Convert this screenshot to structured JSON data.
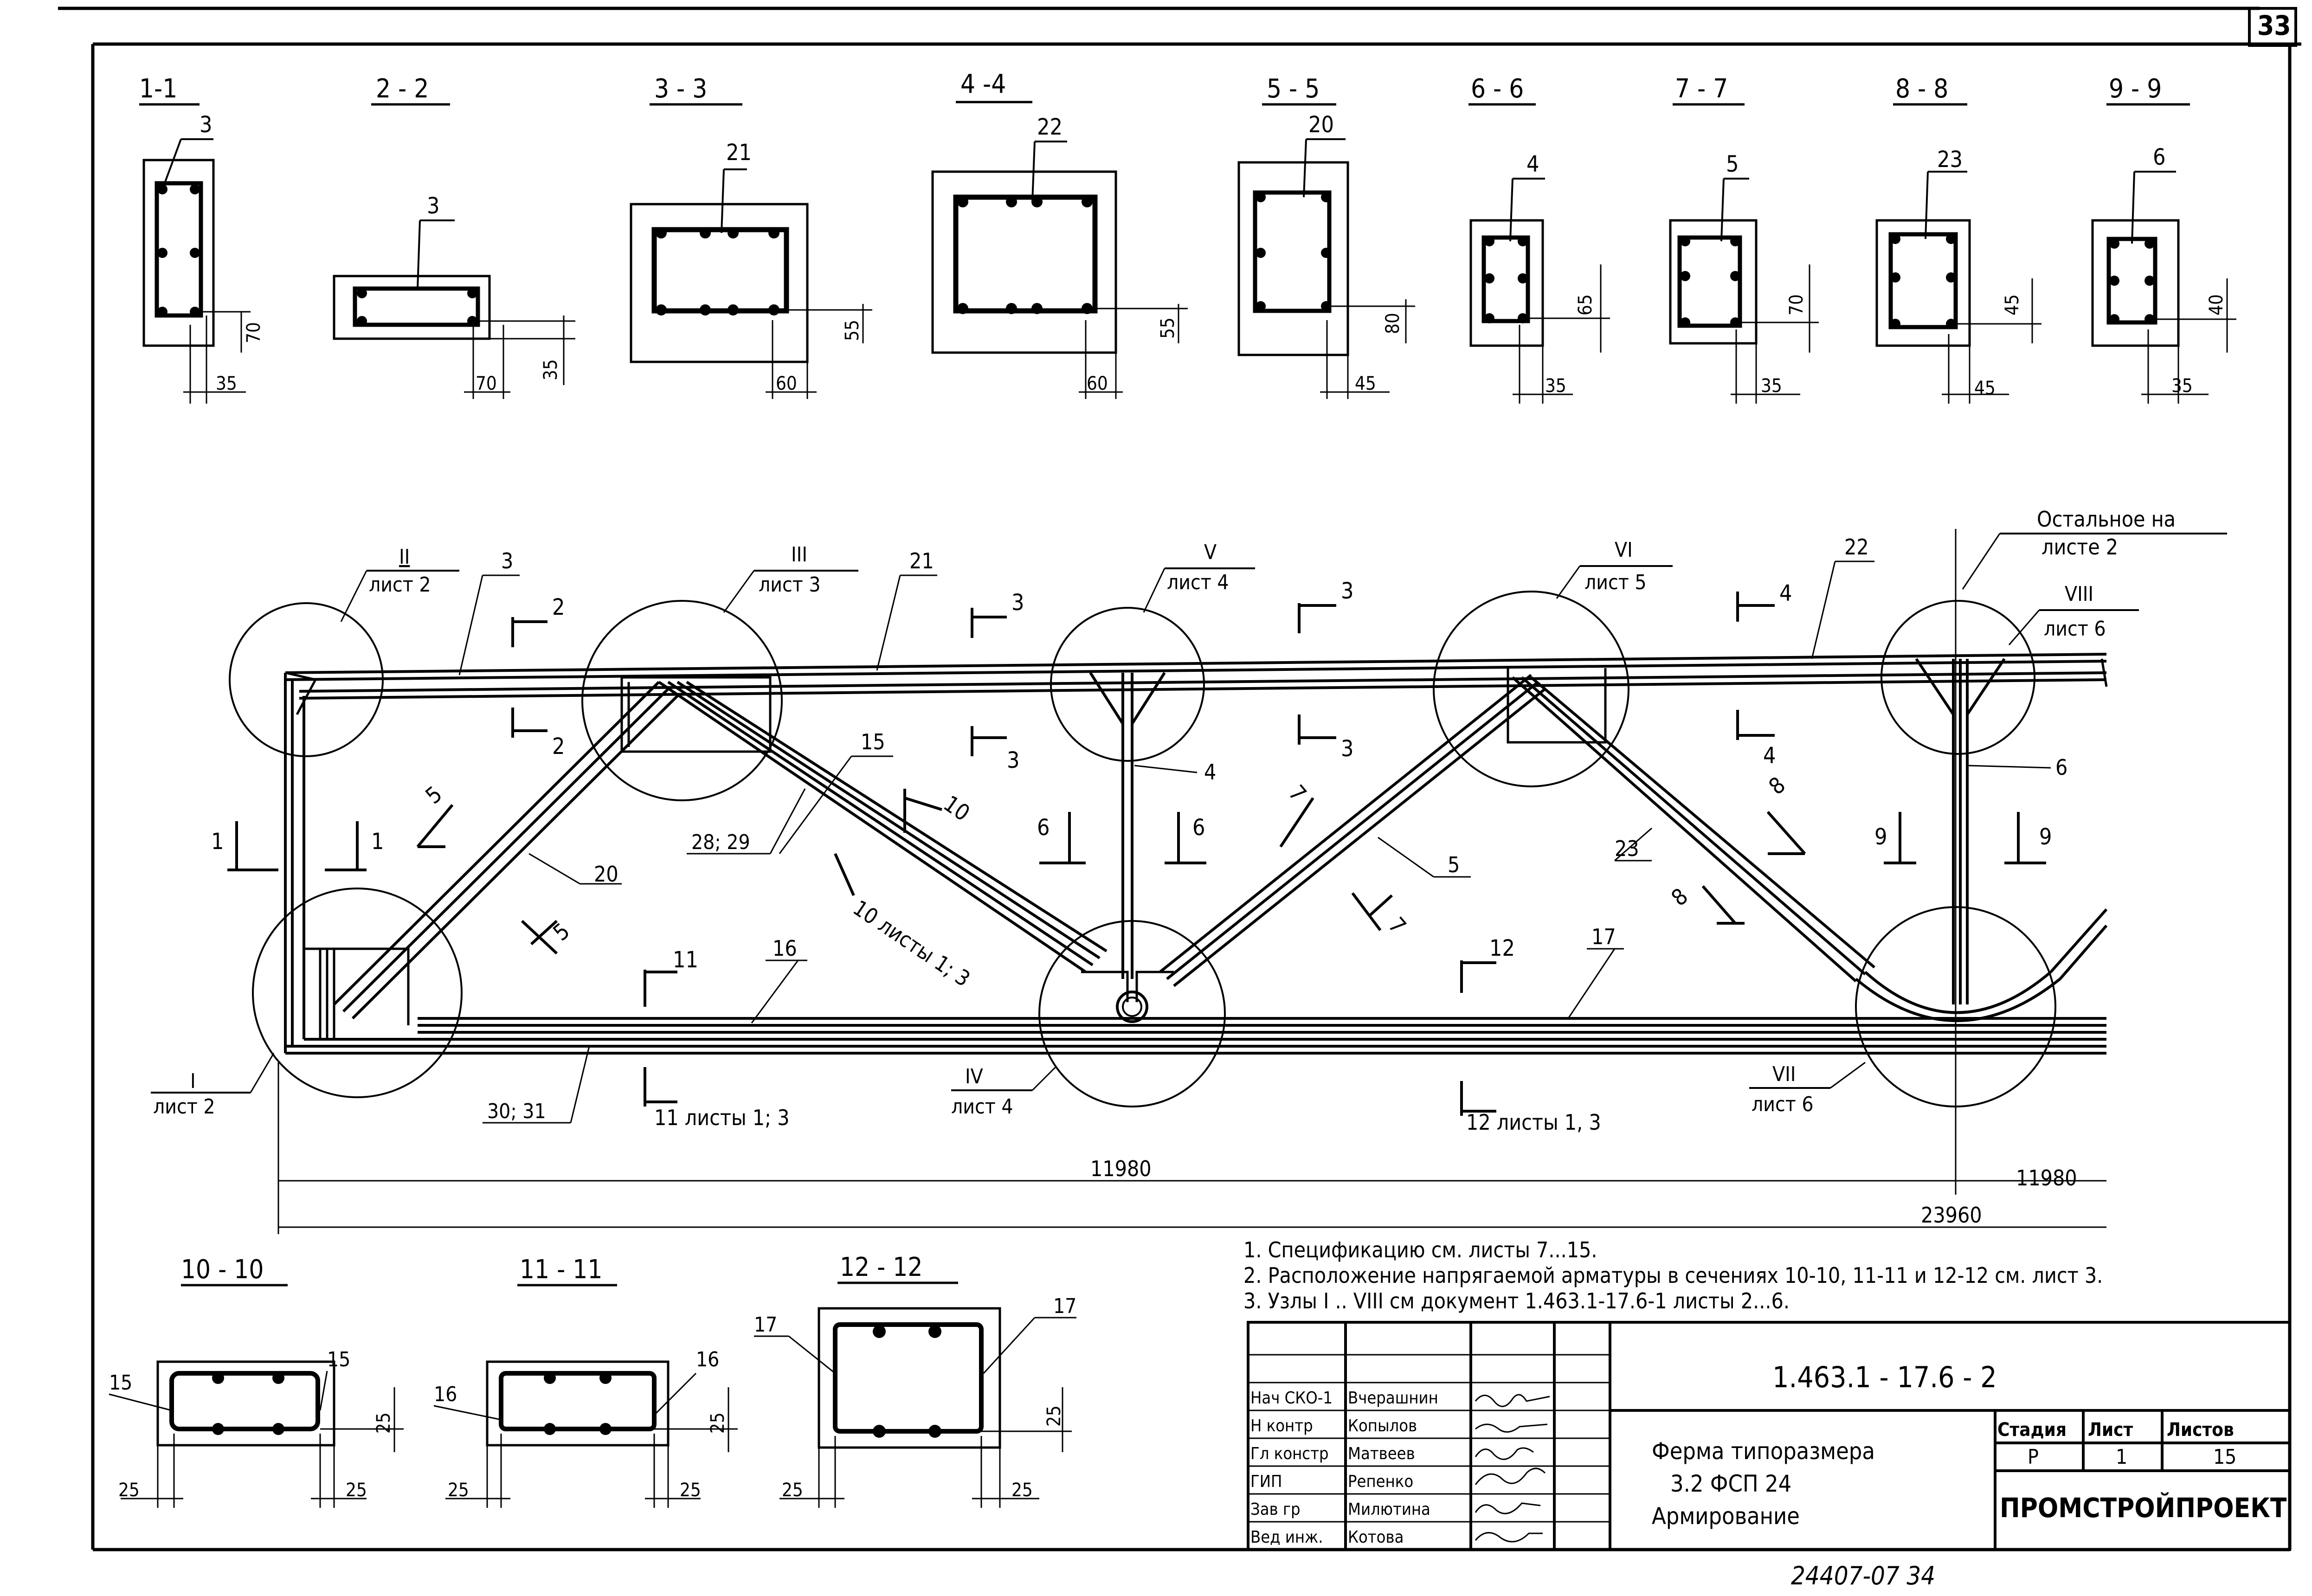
{
  "sheet_number": "33",
  "sections_top": [
    {
      "title": "1-1",
      "mark": "3",
      "dim_v": "70",
      "dim_h": "35"
    },
    {
      "title": "2 - 2",
      "mark": "3",
      "dim_v": "35",
      "dim_h": "70"
    },
    {
      "title": "3 - 3",
      "mark": "21",
      "dim_v": "55",
      "dim_h": "60"
    },
    {
      "title": "4 -4",
      "mark": "22",
      "dim_v": "55",
      "dim_h": "60"
    },
    {
      "title": "5 - 5",
      "mark": "20",
      "dim_v": "80",
      "dim_h": "45"
    },
    {
      "title": "6 - 6",
      "mark": "4",
      "dim_v": "65",
      "dim_h": "35"
    },
    {
      "title": "7 - 7",
      "mark": "5",
      "dim_v": "70",
      "dim_h": "35"
    },
    {
      "title": "8 - 8",
      "mark": "23",
      "dim_v": "45",
      "dim_h": "45"
    },
    {
      "title": "9 - 9",
      "mark": "6",
      "dim_v": "40",
      "dim_h": "35"
    }
  ],
  "truss": {
    "node_refs": [
      {
        "num": "II",
        "sheet": "лист 2"
      },
      {
        "num": "III",
        "sheet": "лист 3"
      },
      {
        "num": "V",
        "sheet": "лист 4"
      },
      {
        "num": "VI",
        "sheet": "лист 5"
      },
      {
        "num": "VIII",
        "sheet": "лист 6"
      },
      {
        "num": "I",
        "sheet": "лист 2"
      },
      {
        "num": "IV",
        "sheet": "лист 4"
      },
      {
        "num": "VII",
        "sheet": "лист 6"
      }
    ],
    "rest_note": [
      "Остальное на",
      "листе 2"
    ],
    "marks": [
      "3",
      "21",
      "22",
      "15",
      "4",
      "6",
      "20",
      "5",
      "23",
      "16",
      "17",
      "28; 29",
      "30; 31"
    ],
    "cut_marks": [
      "1",
      "2",
      "3",
      "4",
      "5",
      "6",
      "7",
      "8",
      "9",
      "10",
      "11",
      "12"
    ],
    "cut_notes": {
      "c10": "10 листы 1; 3",
      "c11": "11 листы 1; 3",
      "c12": "12 листы 1, 3"
    },
    "dims": {
      "half_left": "11980",
      "half_right": "11980",
      "total": "23960"
    }
  },
  "sections_bottom": [
    {
      "title": "10 - 10",
      "mark_l": "15",
      "mark_r": "15",
      "d": "25"
    },
    {
      "title": "11 - 11",
      "mark_l": "16",
      "mark_r": "16",
      "d": "25"
    },
    {
      "title": "12 - 12",
      "mark_l": "17",
      "mark_r": "17",
      "d": "25"
    }
  ],
  "notes": [
    "1. Спецификацию см. листы 7...15.",
    "2. Расположение напрягаемой арматуры в сечениях 10-10, 11-11 и 12-12 см. лист 3.",
    "3. Узлы I .. VIII см документ 1.463.1-17.6-1 листы 2...6."
  ],
  "title_block": {
    "doc_code": "1.463.1 - 17.6 - 2",
    "title_lines": [
      "Ферма типоразмера",
      "3.2  ФСП 24",
      "Армирование"
    ],
    "stage_header": [
      "Стадия",
      "Лист",
      "Листов"
    ],
    "stage_values": [
      "Р",
      "1",
      "15"
    ],
    "org": "ПРОМСТРОЙПРОЕКТ",
    "staff": [
      {
        "role": "Нач СКО-1",
        "name": "Вчерашнин"
      },
      {
        "role": "Н контр",
        "name": "Копылов"
      },
      {
        "role": "Гл констр",
        "name": "Матвеев"
      },
      {
        "role": "ГИП",
        "name": "Репенко"
      },
      {
        "role": "Зав гр",
        "name": "Милютина"
      },
      {
        "role": "Вед инж.",
        "name": "Котова"
      }
    ]
  },
  "bottom_stamp": "24407-07  34"
}
